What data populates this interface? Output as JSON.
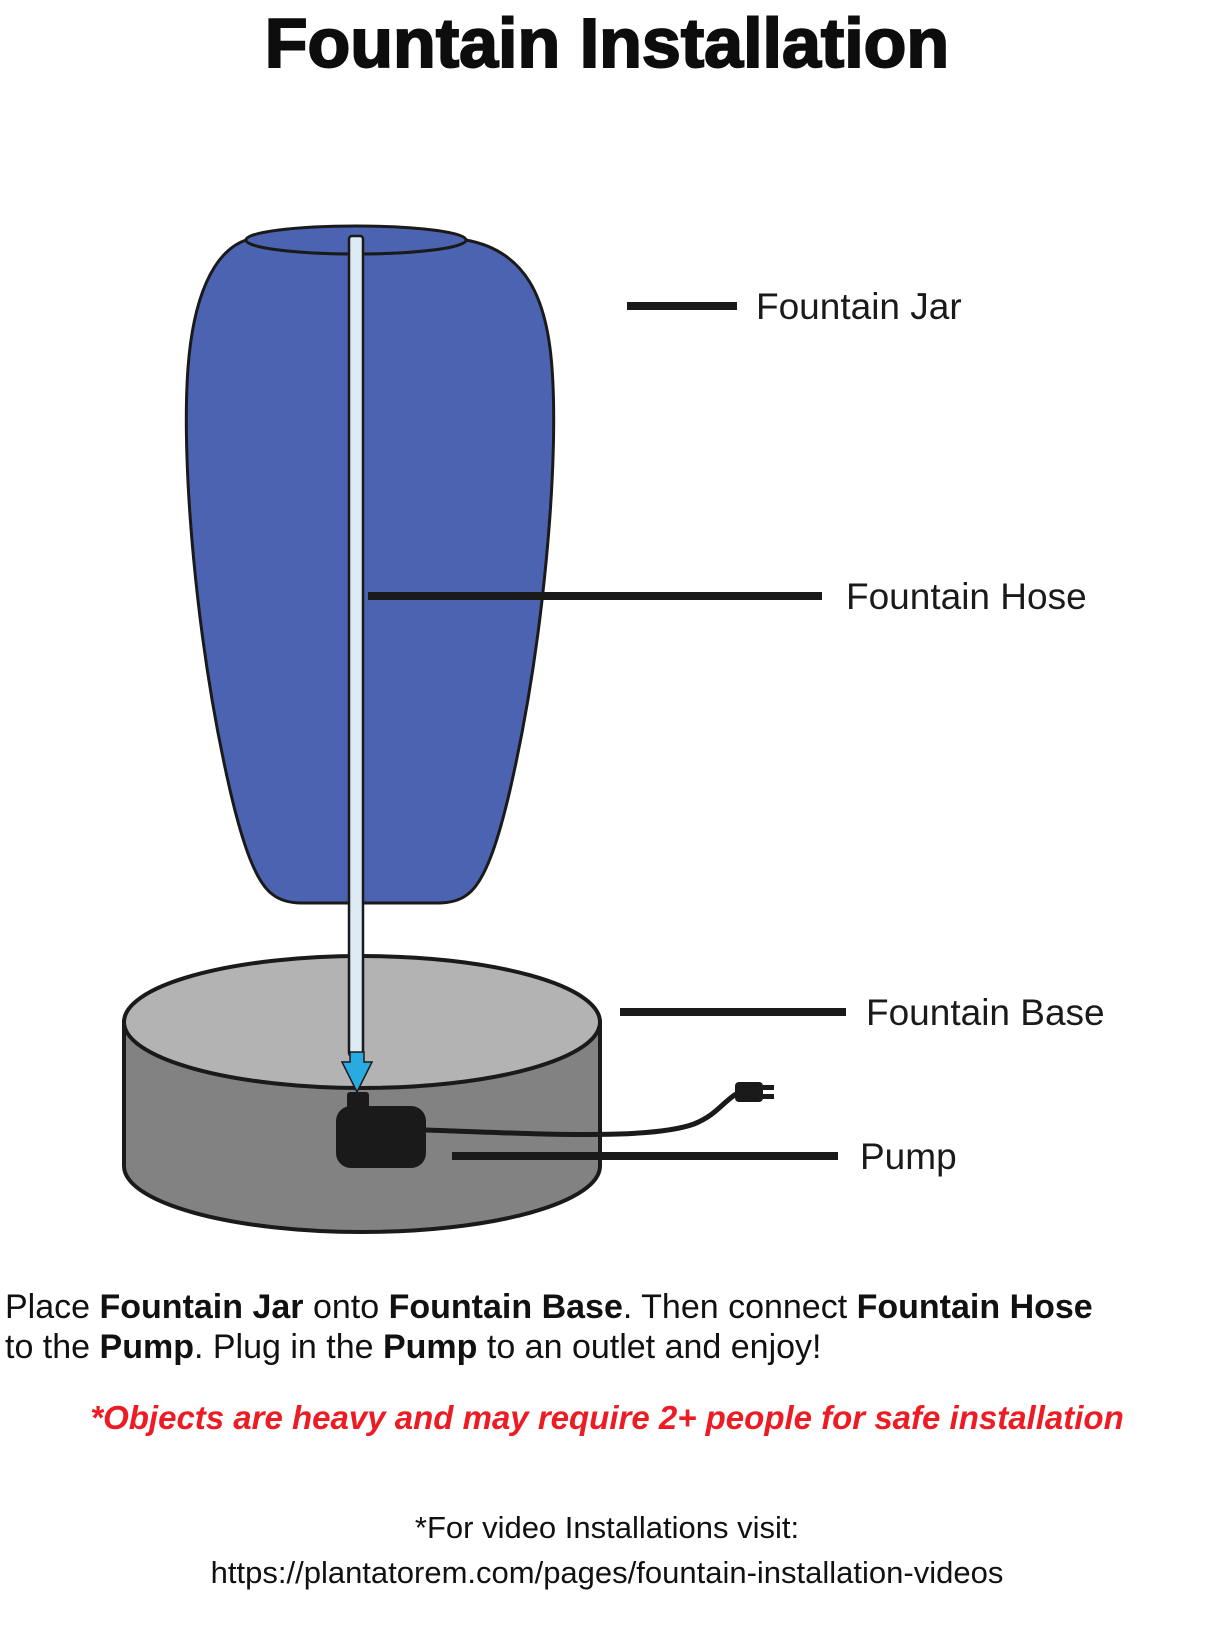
{
  "title": "Fountain Installation",
  "colors": {
    "jar_blue": "#4b63b0",
    "hose_fill": "#dde9f3",
    "arrow_blue": "#29abe2",
    "base_top_gray": "#b3b3b3",
    "base_body_gray": "#828282",
    "pump_black": "#1a1a1a",
    "outline_black": "#1a1a1a",
    "warning_red": "#ed1c24"
  },
  "labels": {
    "jar": "Fountain Jar",
    "hose": "Fountain Hose",
    "base": "Fountain Base",
    "pump": "Pump"
  },
  "instructions": {
    "segments": [
      {
        "text": "Place ",
        "bold": false
      },
      {
        "text": "Fountain Jar",
        "bold": true
      },
      {
        "text": " onto ",
        "bold": false
      },
      {
        "text": "Fountain Base",
        "bold": true
      },
      {
        "text": ". Then connect ",
        "bold": false
      },
      {
        "text": "Fountain Hose",
        "bold": true
      },
      {
        "text": " to the ",
        "bold": false
      },
      {
        "text": "Pump",
        "bold": true
      },
      {
        "text": ". Plug in the ",
        "bold": false
      },
      {
        "text": "Pump",
        "bold": true
      },
      {
        "text": " to an outlet and enjoy!",
        "bold": false
      }
    ]
  },
  "warning": "*Objects are heavy and may require 2+ people for safe installation",
  "footer": {
    "line1": "*For video Installations visit:",
    "line2": "https://plantatorem.com/pages/fountain-installation-videos"
  }
}
